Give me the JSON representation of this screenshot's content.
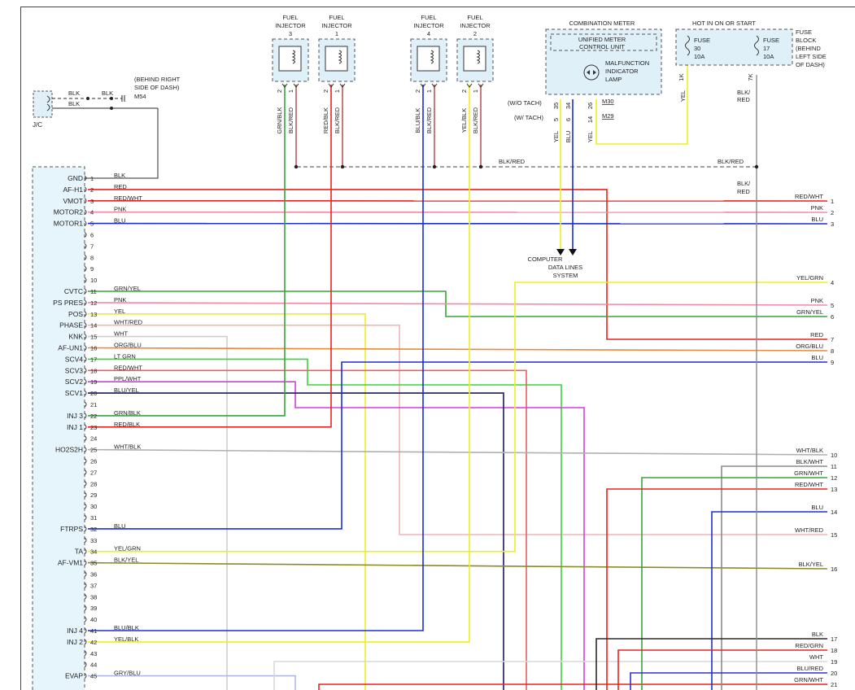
{
  "components": {
    "injectors": [
      {
        "id": "inj3",
        "title": [
          "FUEL",
          "INJECTOR",
          "3"
        ],
        "pins": [
          "2",
          "1"
        ],
        "wires": [
          "GRN/BLK",
          "BLK/RED"
        ]
      },
      {
        "id": "inj1",
        "title": [
          "FUEL",
          "INJECTOR",
          "1"
        ],
        "pins": [
          "2",
          "1"
        ],
        "wires": [
          "RED/BLK",
          "BLK/RED"
        ]
      },
      {
        "id": "inj4",
        "title": [
          "FUEL",
          "INJECTOR",
          "4"
        ],
        "pins": [
          "2",
          "1"
        ],
        "wires": [
          "BLU/BLK",
          "BLK/RED"
        ]
      },
      {
        "id": "inj2",
        "title": [
          "FUEL",
          "INJECTOR",
          "2"
        ],
        "pins": [
          "2",
          "1"
        ],
        "wires": [
          "YEL/BLK",
          "BLK/RED"
        ]
      }
    ],
    "combination_meter": {
      "title": "COMBINATION METER",
      "unit_label": [
        "UNIFIED METER",
        "CONTROL UNIT"
      ],
      "lamp_label": [
        "MALFUNCTION",
        "INDICATOR",
        "LAMP"
      ],
      "wo_tach": "(W/O TACH)",
      "w_tach": "(W/ TACH)",
      "pins_wo": [
        "35",
        "34",
        "26"
      ],
      "pins_w": [
        "5",
        "6",
        "14"
      ],
      "conn1": "M30",
      "conn2": "M29",
      "wires": [
        "YEL",
        "BLU",
        "YEL"
      ]
    },
    "fuse_block": {
      "hot_label": "HOT IN ON OR START",
      "fuse1": [
        "FUSE",
        "30",
        "10A"
      ],
      "fuse2": [
        "FUSE",
        "17",
        "10A"
      ],
      "block_label": [
        "FUSE",
        "BLOCK",
        "(BEHIND",
        "LEFT SIDE",
        "OF DASH)"
      ],
      "pin1": "1K",
      "pin2": "7K",
      "wire1": "YEL",
      "wire2": [
        "BLK/",
        "RED"
      ]
    },
    "jc": {
      "label": "J/C",
      "wire_a": "BLK",
      "wire_b": "BLK",
      "wire_c": "BLK",
      "splice": "M54",
      "splice_note": [
        "(BEHIND RIGHT",
        "SIDE OF DASH)"
      ]
    },
    "bus_label": "BLK/RED",
    "bus_label_right": "BLK/RED",
    "bus_drop_label": [
      "BLK/",
      "RED"
    ],
    "computer_data": [
      "COMPUTER",
      "DATA LINES",
      "SYSTEM"
    ]
  },
  "ecm_pins": [
    {
      "n": "1",
      "label": "GND",
      "wire": "BLK"
    },
    {
      "n": "2",
      "label": "AF-H1",
      "wire": "RED"
    },
    {
      "n": "3",
      "label": "VMOT",
      "wire": "RED/WHT"
    },
    {
      "n": "4",
      "label": "MOTOR2",
      "wire": "PNK"
    },
    {
      "n": "5",
      "label": "MOTOR1",
      "wire": "BLU"
    },
    {
      "n": "6",
      "label": "",
      "wire": ""
    },
    {
      "n": "7",
      "label": "",
      "wire": ""
    },
    {
      "n": "8",
      "label": "",
      "wire": ""
    },
    {
      "n": "9",
      "label": "",
      "wire": ""
    },
    {
      "n": "10",
      "label": "",
      "wire": ""
    },
    {
      "n": "11",
      "label": "CVTC",
      "wire": "GRN/YEL"
    },
    {
      "n": "12",
      "label": "PS PRES",
      "wire": "PNK"
    },
    {
      "n": "13",
      "label": "POS",
      "wire": "YEL"
    },
    {
      "n": "14",
      "label": "PHASE",
      "wire": "WHT/RED"
    },
    {
      "n": "15",
      "label": "KNK",
      "wire": "WHT"
    },
    {
      "n": "16",
      "label": "AF-UN1",
      "wire": "ORG/BLU"
    },
    {
      "n": "17",
      "label": "SCV4",
      "wire": "LT GRN"
    },
    {
      "n": "18",
      "label": "SCV3",
      "wire": "RED/WHT"
    },
    {
      "n": "19",
      "label": "SCV2",
      "wire": "PPL/WHT"
    },
    {
      "n": "20",
      "label": "SCV1",
      "wire": "BLU/YEL"
    },
    {
      "n": "21",
      "label": "",
      "wire": ""
    },
    {
      "n": "22",
      "label": "INJ 3",
      "wire": "GRN/BLK"
    },
    {
      "n": "23",
      "label": "INJ 1",
      "wire": "RED/BLK"
    },
    {
      "n": "24",
      "label": "",
      "wire": ""
    },
    {
      "n": "25",
      "label": "HO2S2H",
      "wire": "WHT/BLK"
    },
    {
      "n": "26",
      "label": "",
      "wire": ""
    },
    {
      "n": "27",
      "label": "",
      "wire": ""
    },
    {
      "n": "28",
      "label": "",
      "wire": ""
    },
    {
      "n": "29",
      "label": "",
      "wire": ""
    },
    {
      "n": "30",
      "label": "",
      "wire": ""
    },
    {
      "n": "31",
      "label": "",
      "wire": ""
    },
    {
      "n": "32",
      "label": "FTRPS",
      "wire": "BLU"
    },
    {
      "n": "33",
      "label": "",
      "wire": ""
    },
    {
      "n": "34",
      "label": "TA",
      "wire": "YEL/GRN"
    },
    {
      "n": "35",
      "label": "AF-VM1",
      "wire": "BLK/YEL"
    },
    {
      "n": "36",
      "label": "",
      "wire": ""
    },
    {
      "n": "37",
      "label": "",
      "wire": ""
    },
    {
      "n": "38",
      "label": "",
      "wire": ""
    },
    {
      "n": "39",
      "label": "",
      "wire": ""
    },
    {
      "n": "40",
      "label": "",
      "wire": ""
    },
    {
      "n": "41",
      "label": "INJ 4",
      "wire": "BLU/BLK"
    },
    {
      "n": "42",
      "label": "INJ 2",
      "wire": "YEL/BLK"
    },
    {
      "n": "43",
      "label": "",
      "wire": ""
    },
    {
      "n": "44",
      "label": "",
      "wire": ""
    },
    {
      "n": "45",
      "label": "EVAP",
      "wire": "GRY/BLU"
    }
  ],
  "right_terminals": [
    {
      "n": "1",
      "wire": "RED/WHT"
    },
    {
      "n": "2",
      "wire": "PNK"
    },
    {
      "n": "3",
      "wire": "BLU"
    },
    {
      "n": "4",
      "wire": "YEL/GRN"
    },
    {
      "n": "5",
      "wire": "PNK"
    },
    {
      "n": "6",
      "wire": "GRN/YEL"
    },
    {
      "n": "7",
      "wire": "RED"
    },
    {
      "n": "8",
      "wire": "ORG/BLU"
    },
    {
      "n": "9",
      "wire": "BLU"
    },
    {
      "n": "10",
      "wire": "WHT/BLK"
    },
    {
      "n": "11",
      "wire": "BLK/WHT"
    },
    {
      "n": "12",
      "wire": "GRN/WHT"
    },
    {
      "n": "13",
      "wire": "RED/WHT"
    },
    {
      "n": "14",
      "wire": "BLU"
    },
    {
      "n": "15",
      "wire": "WHT/RED"
    },
    {
      "n": "16",
      "wire": "BLK/YEL"
    },
    {
      "n": "17",
      "wire": "BLK"
    },
    {
      "n": "18",
      "wire": "RED/GRN"
    },
    {
      "n": "19",
      "wire": "WHT"
    },
    {
      "n": "20",
      "wire": "BLU/RED"
    },
    {
      "n": "21",
      "wire": "GRN/WHT"
    }
  ],
  "colors": {
    "red": "#e8231f",
    "pink": "#f28aa6",
    "blue": "#1c2fd1",
    "green": "#3aa23a",
    "ltgreen": "#39d539",
    "yellow": "#eeee22",
    "white": "#cfcfcf",
    "orange": "#e98b3a",
    "gray": "#8c8c8c",
    "olive": "#8c8a2a",
    "purple": "#d23de0",
    "wire_black": "#2a2a2a",
    "ecm_fill": "#e6f4fb",
    "comp_fill": "#dff0f8"
  }
}
